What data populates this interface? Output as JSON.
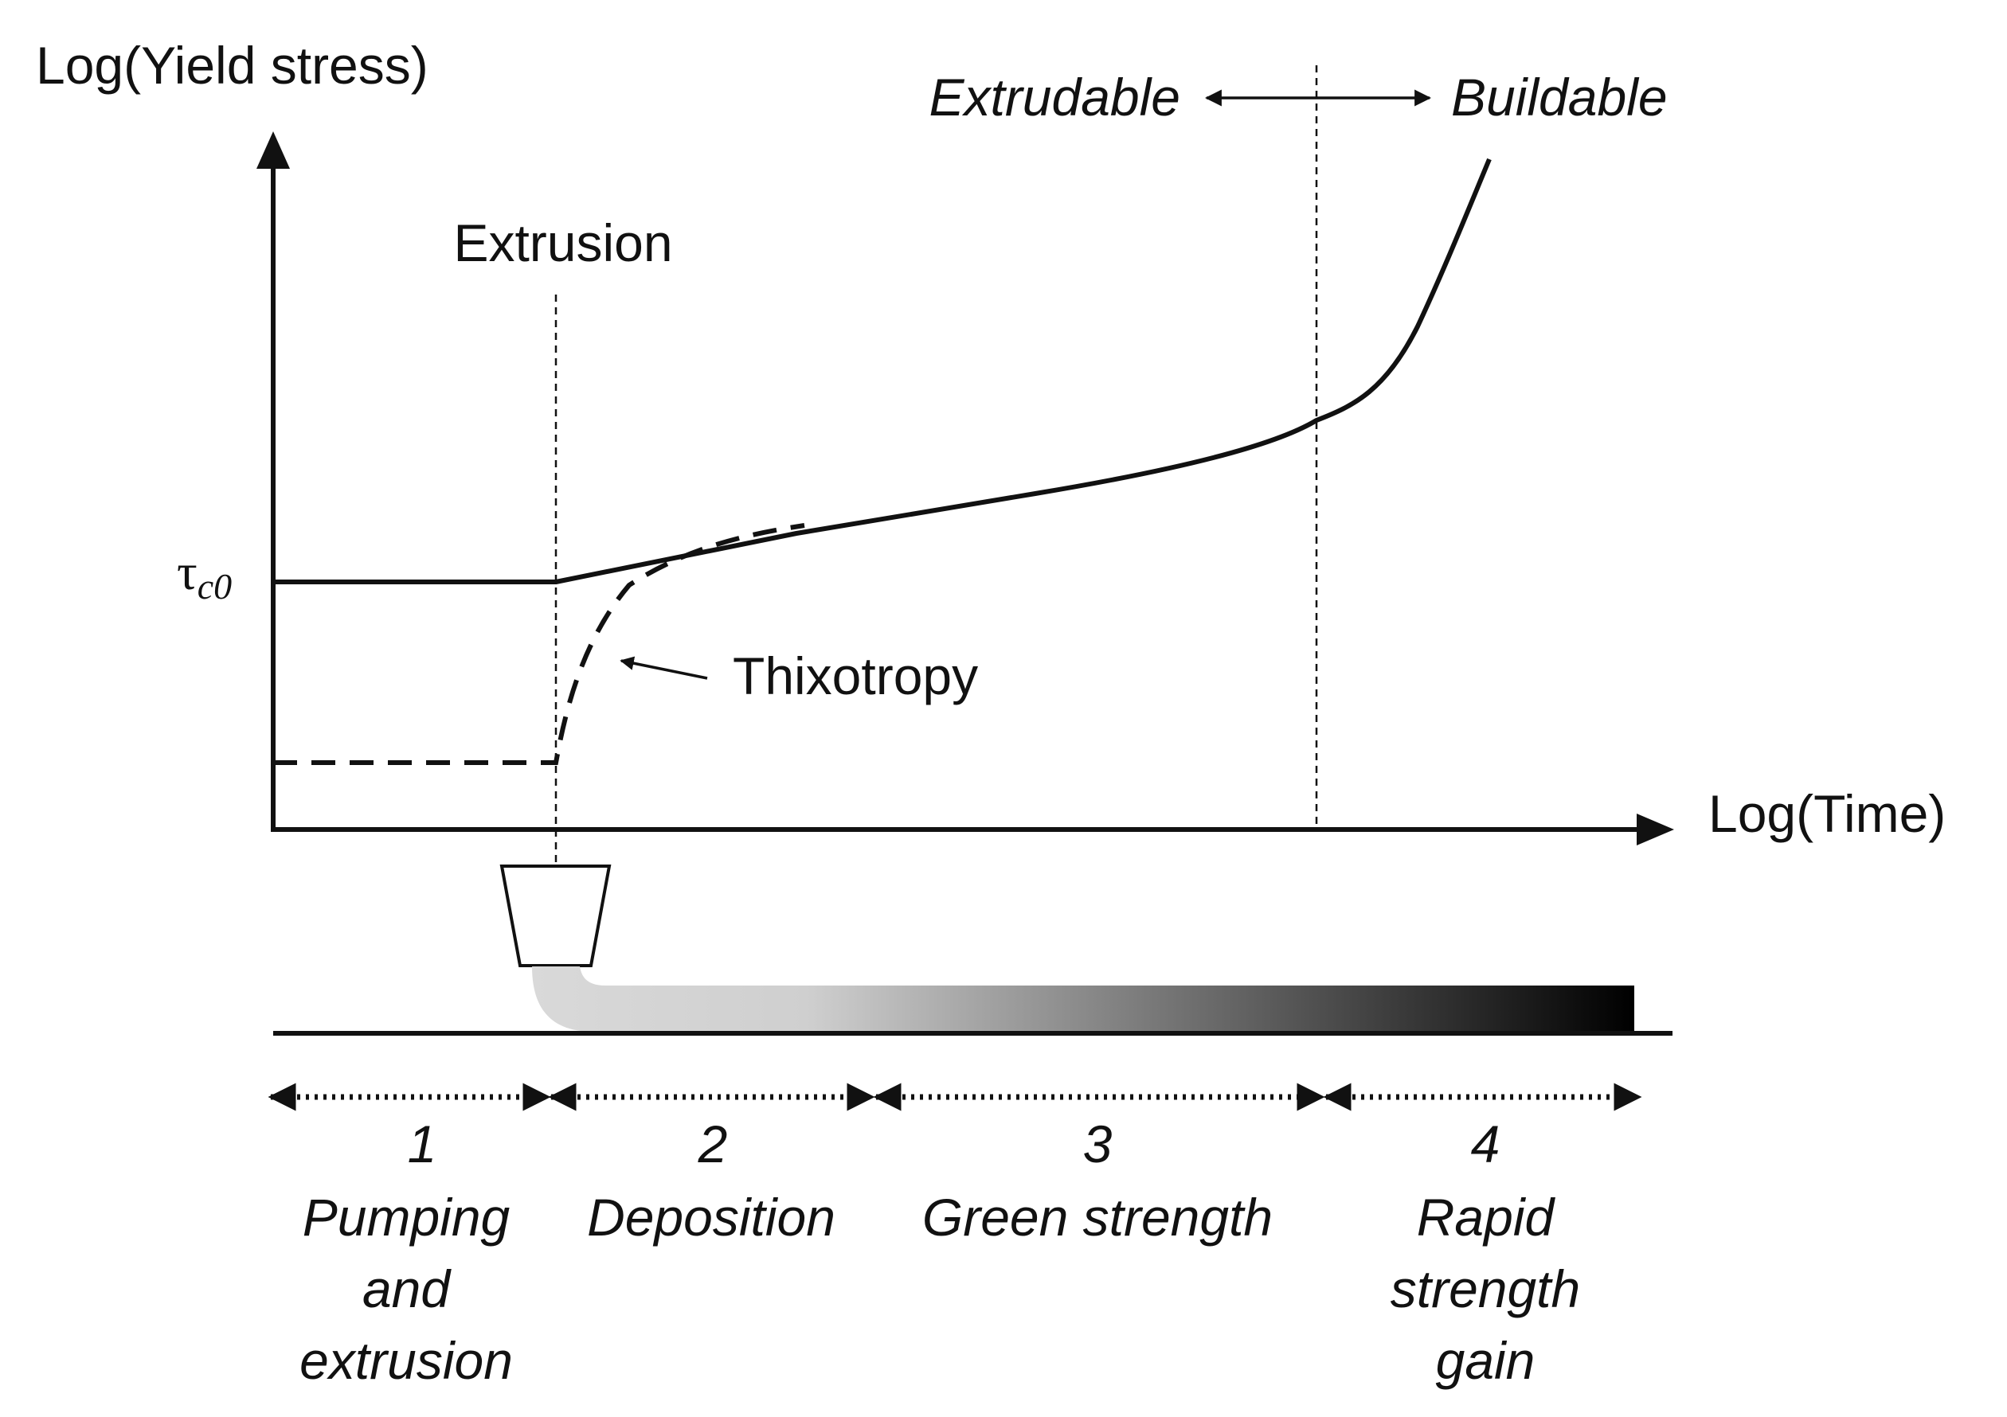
{
  "axes": {
    "y_label": "Log(Yield stress)",
    "x_label": "Log(Time)",
    "y_tick_symbol": "τ",
    "y_tick_subscript": "c0"
  },
  "annotations": {
    "extrusion": "Extrusion",
    "thixotropy": "Thixotropy",
    "extrudable": "Extrudable",
    "buildable": "Buildable"
  },
  "stages": [
    {
      "number": "1",
      "lines": [
        "Pumping",
        "and",
        "extrusion"
      ]
    },
    {
      "number": "2",
      "lines": [
        "Deposition"
      ]
    },
    {
      "number": "3",
      "lines": [
        "Green strength"
      ]
    },
    {
      "number": "4",
      "lines": [
        "Rapid",
        "strength",
        "gain"
      ]
    }
  ],
  "colors": {
    "ink": "#111111",
    "gradient_start": "#d9d9d9",
    "gradient_end": "#000000"
  }
}
